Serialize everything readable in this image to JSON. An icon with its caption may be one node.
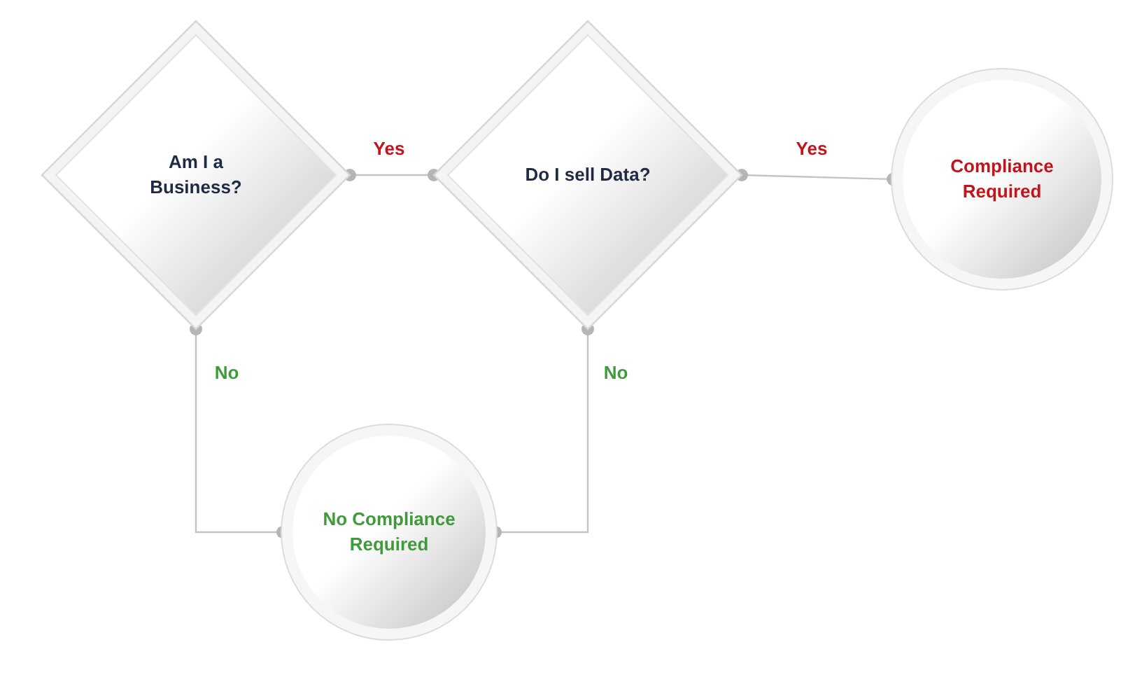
{
  "diagram": {
    "nodes": [
      {
        "text": [
          "Am I a Business?"
        ]
      },
      {
        "text": [
          "Do I sell Data?"
        ]
      },
      {
        "text": [
          "Compliance Required"
        ]
      },
      {
        "text": [
          "No Compliance Required"
        ]
      }
    ],
    "edges": [
      {
        "from": 0,
        "to": 1,
        "arrow": "other",
        "label": "Yes"
      },
      {
        "from": 1,
        "to": 2,
        "arrow": "other",
        "label": "Yes"
      },
      {
        "from": 0,
        "to": 3,
        "arrow": "other",
        "label": "No"
      },
      {
        "from": 1,
        "to": 3,
        "arrow": "other",
        "label": "No"
      }
    ]
  }
}
